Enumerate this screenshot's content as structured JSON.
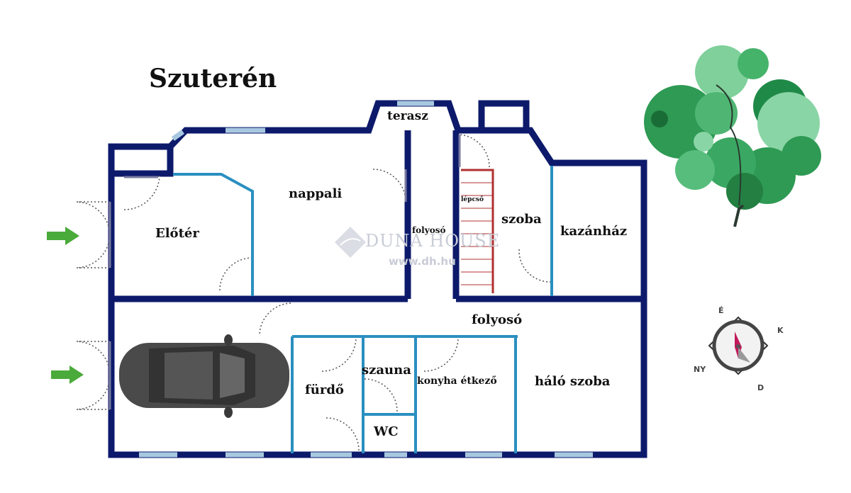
{
  "title": "Szuterén",
  "rooms": {
    "terasz": "terasz",
    "nappali": "nappali",
    "eloter": "Előtér",
    "folyoso_upper": "folyosó",
    "lepcso": "lépcső",
    "szoba": "szoba",
    "kazanhaz": "kazánház",
    "folyoso_lower": "folyosó",
    "szauna": "szauna",
    "furdo": "fürdő",
    "konyha": "konyha étkező",
    "halo": "háló szoba",
    "wc": "WC"
  },
  "watermark": {
    "brand": "DUNA HOUSE",
    "url": "www.dh.hu"
  },
  "compass": {
    "north": "É",
    "east": "K",
    "south": "D",
    "west": "NY"
  },
  "colors": {
    "outer_wall": "#0d1a6b",
    "inner_wall": "#2a8fc0",
    "stairs": "#b03030",
    "window": "#a8c8e0",
    "arrow": "#4aaa3a",
    "car": "#4a4a4a",
    "tree": "#2e9a54"
  }
}
